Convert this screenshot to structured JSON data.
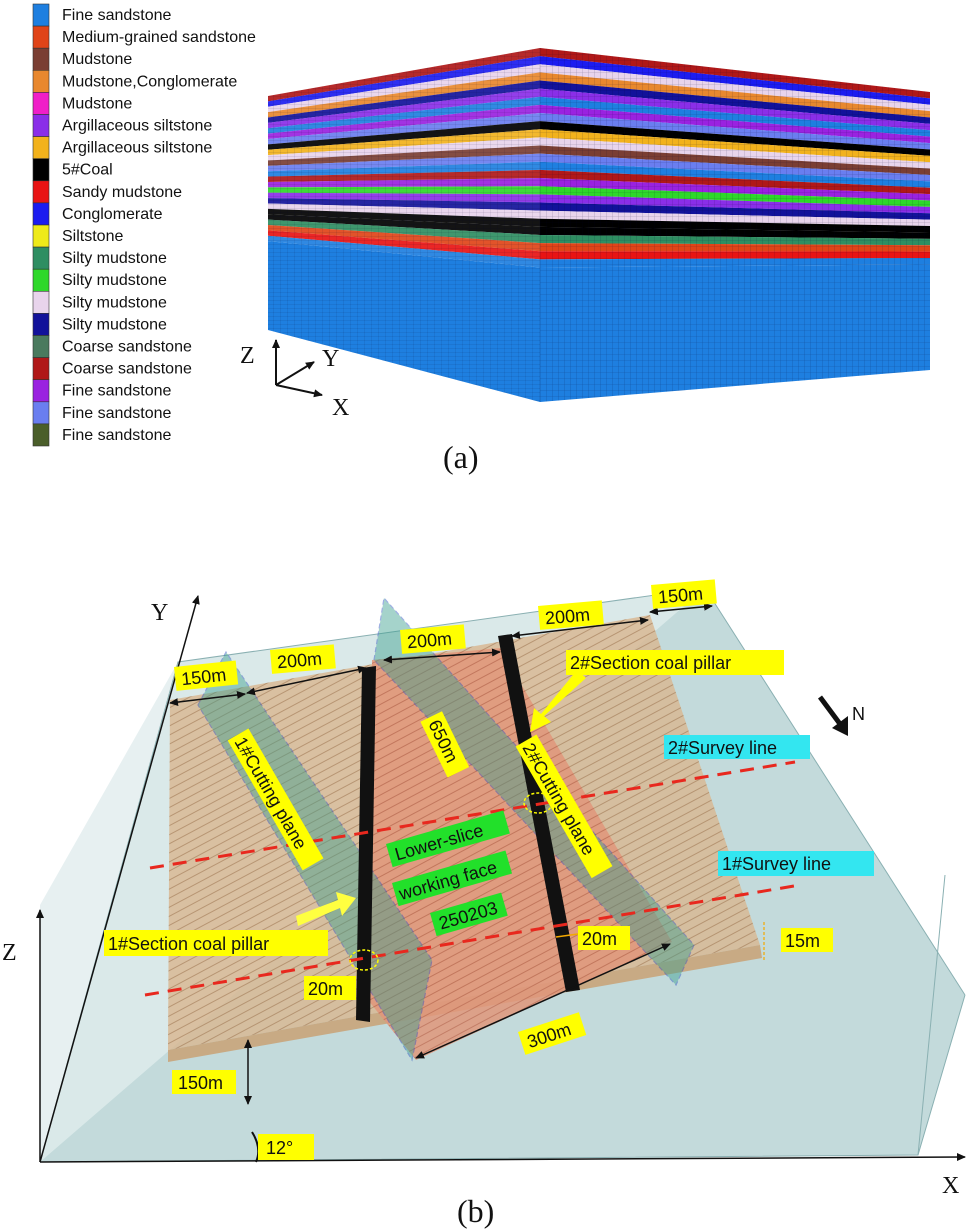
{
  "panel_a": {
    "caption": "(a)",
    "legend": [
      {
        "label": "Fine sandstone",
        "color": "#1e7fe0"
      },
      {
        "label": "Medium-grained sandstone",
        "color": "#e04418"
      },
      {
        "label": "Mudstone",
        "color": "#7a3e33"
      },
      {
        "label": "Mudstone,Conglomerate",
        "color": "#e8882e"
      },
      {
        "label": "Mudstone",
        "color": "#f01fc8"
      },
      {
        "label": "Argillaceous siltstone",
        "color": "#8a2ee8"
      },
      {
        "label": "Argillaceous siltstone",
        "color": "#f2b21c"
      },
      {
        "label": "5#Coal",
        "color": "#000000"
      },
      {
        "label": "Sandy mudstone",
        "color": "#e81414"
      },
      {
        "label": "Conglomerate",
        "color": "#1c1cf0"
      },
      {
        "label": "Siltstone",
        "color": "#eeea1a"
      },
      {
        "label": "Silty mudstone",
        "color": "#2e8e62"
      },
      {
        "label": "Silty mudstone",
        "color": "#2ed82a"
      },
      {
        "label": "Silty mudstone",
        "color": "#e8d4ec"
      },
      {
        "label": "Silty mudstone",
        "color": "#12129a"
      },
      {
        "label": "Coarse sandstone",
        "color": "#4a7a5e"
      },
      {
        "label": "Coarse sandstone",
        "color": "#b01818"
      },
      {
        "label": "Fine sandstone",
        "color": "#9a22e0"
      },
      {
        "label": "Fine sandstone",
        "color": "#6a7ef0"
      },
      {
        "label": "Fine sandstone",
        "color": "#4a5e2a"
      }
    ],
    "axes": {
      "z": "Z",
      "y": "Y",
      "x": "X"
    }
  },
  "panel_b": {
    "caption": "(b)",
    "axes": {
      "y": "Y",
      "z": "Z",
      "x": "X"
    },
    "dimensions": {
      "top_left_150": "150m",
      "top_left_200": "200m",
      "top_mid_200": "200m",
      "top_right_200": "200m",
      "top_right_150": "150m",
      "length_650": "650m",
      "pillar_width_right": "20m",
      "pillar_width_left": "20m",
      "thickness": "15m",
      "bottom_300": "300m",
      "depth_150": "150m",
      "dip_angle": "12°"
    },
    "labels": {
      "section_pillar_2": "2#Section coal pillar",
      "survey_line_2": "2#Survey line",
      "survey_line_1": "1#Survey line",
      "cutting_plane_1": "1#Cutting plane",
      "cutting_plane_2": "2#Cutting plane",
      "section_pillar_1": "1#Section coal pillar",
      "working_face_line1": "Lower-slice",
      "working_face_line2": "working face",
      "working_face_line3": "250203",
      "north": "N"
    },
    "colors": {
      "tag_yellow": "#ffff00",
      "tag_cyan": "#33e6f0",
      "tag_green": "#22e02a",
      "survey_line": "#e8281e",
      "pillar": "#111111",
      "cutting_plane": "#3a9e8e"
    }
  }
}
